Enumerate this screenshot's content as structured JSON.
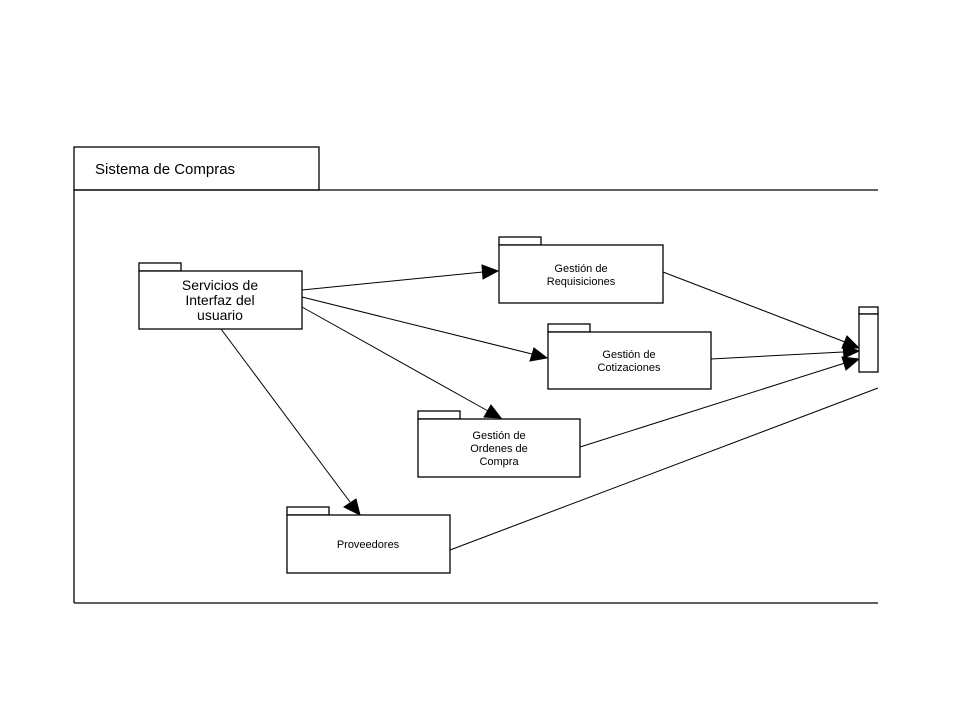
{
  "frame": {
    "title": "Sistema de Compras"
  },
  "packages": {
    "interfaz": {
      "lines": [
        "Servicios de",
        "Interfaz del",
        "usuario"
      ]
    },
    "requisiciones": {
      "lines": [
        "Gestión de",
        "Requisiciones"
      ]
    },
    "cotizaciones": {
      "lines": [
        "Gestión de",
        "Cotizaciones"
      ]
    },
    "ordenes": {
      "lines": [
        "Gestión de",
        "Ordenes de",
        "Compra"
      ]
    },
    "proveedores": {
      "lines": [
        "Proveedores"
      ]
    }
  },
  "colors": {
    "stroke": "#000000",
    "background": "#ffffff"
  }
}
